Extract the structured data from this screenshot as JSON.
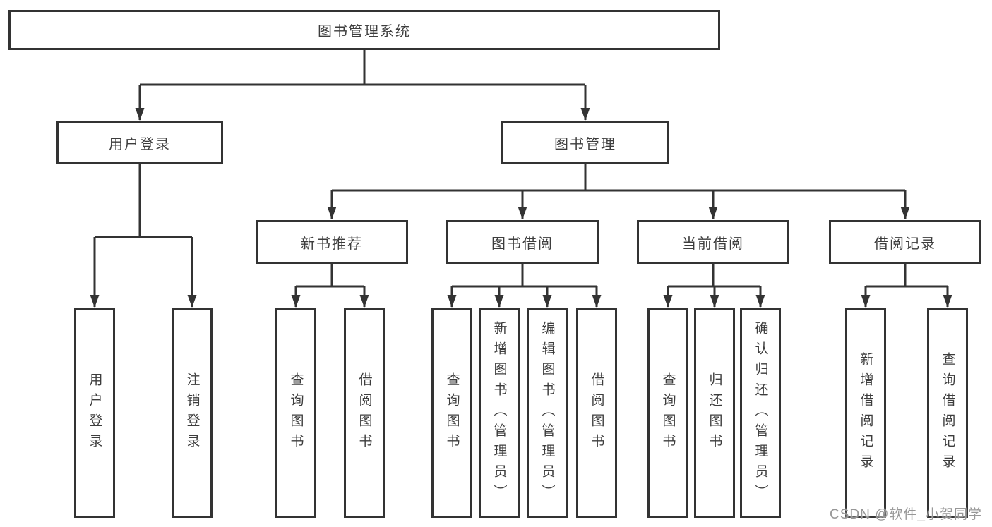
{
  "diagram": {
    "root": {
      "label": "图书管理系统"
    },
    "branches": [
      {
        "label": "用户登录",
        "children": [
          {
            "label": "用户登录"
          },
          {
            "label": "注销登录"
          }
        ]
      },
      {
        "label": "图书管理",
        "children": [
          {
            "label": "新书推荐",
            "children": [
              {
                "label": "查询图书"
              },
              {
                "label": "借阅图书"
              }
            ]
          },
          {
            "label": "图书借阅",
            "children": [
              {
                "label": "查询图书"
              },
              {
                "label": "新增图书（管理员）"
              },
              {
                "label": "编辑图书（管理员）"
              },
              {
                "label": "借阅图书"
              }
            ]
          },
          {
            "label": "当前借阅",
            "children": [
              {
                "label": "查询图书"
              },
              {
                "label": "归还图书"
              },
              {
                "label": "确认归还（管理员）"
              }
            ]
          },
          {
            "label": "借阅记录",
            "children": [
              {
                "label": "新增借阅记录"
              },
              {
                "label": "查询借阅记录"
              }
            ]
          }
        ]
      }
    ]
  },
  "watermark": {
    "text": "CSDN @软件_小贺同学"
  },
  "colors": {
    "line": "#333333",
    "box_border": "#333333",
    "text": "#3d3d3d",
    "watermark": "#979797",
    "background": "#ffffff"
  }
}
